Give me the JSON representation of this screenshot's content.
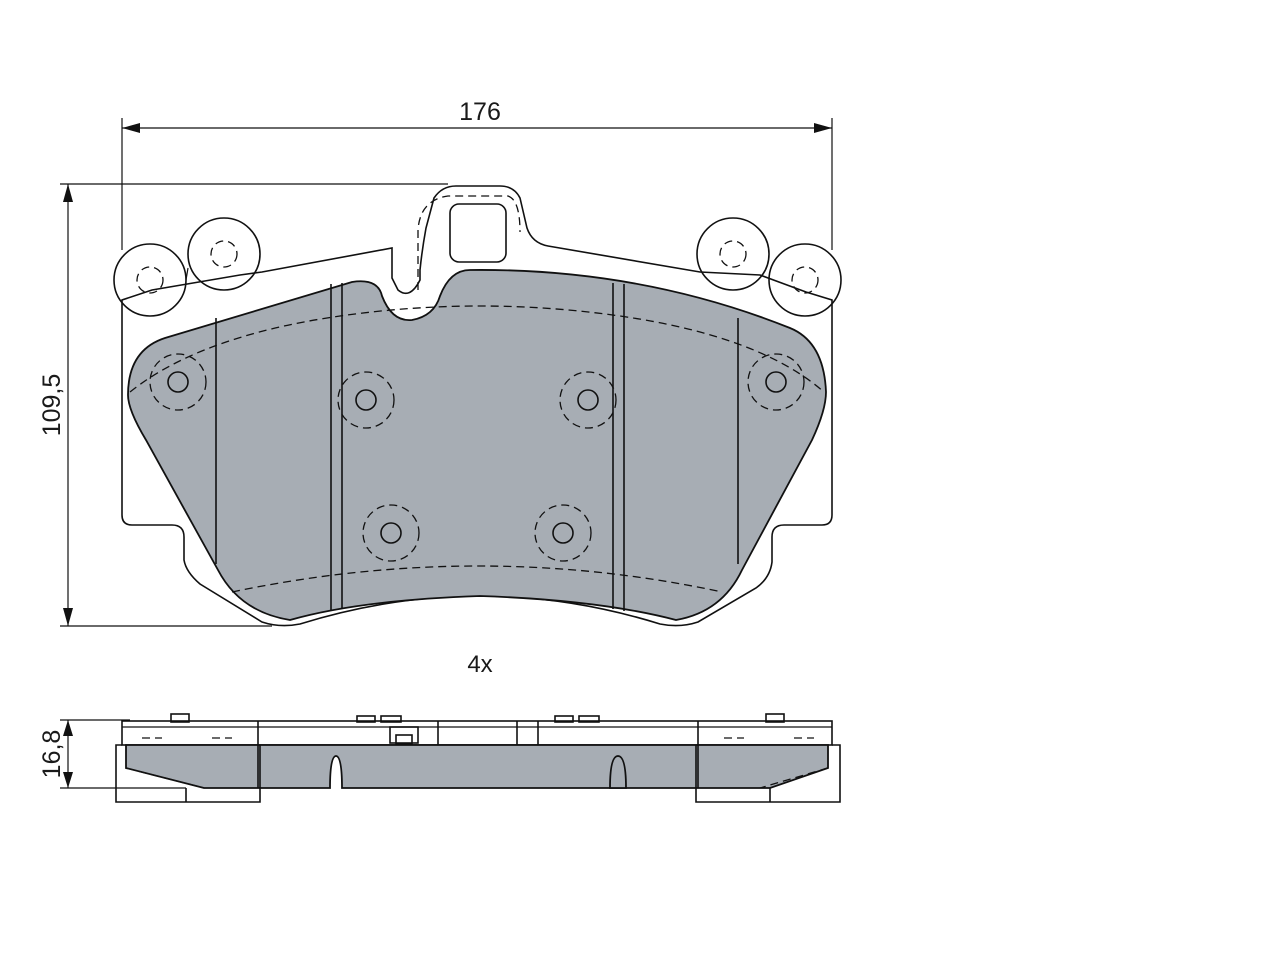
{
  "dimensions": {
    "width": "176",
    "height": "109,5",
    "thickness": "16,8"
  },
  "quantity": "4x",
  "colors": {
    "friction_material": "#a7adb4",
    "line": "#111111",
    "background": "#ffffff"
  }
}
